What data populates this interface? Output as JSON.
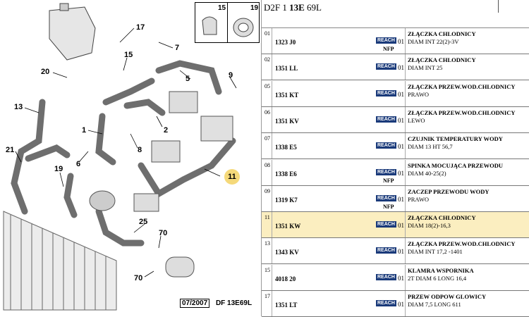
{
  "header": {
    "model_prefix": "D2F 1",
    "model_bold": "13E",
    "model_suffix": "69L"
  },
  "diagram": {
    "callouts": [
      "17",
      "15",
      "7",
      "20",
      "5",
      "9",
      "13",
      "1",
      "2",
      "21",
      "8",
      "6",
      "19",
      "11",
      "25",
      "70",
      "70"
    ],
    "inset_labels": [
      "15",
      "19"
    ],
    "stamp_date": "07/2007",
    "stamp_code": "DF 13E69L",
    "highlight_color": "#f5d97a"
  },
  "parts": [
    {
      "num": "01",
      "ref": "1323 J0",
      "qty": "01",
      "nfp": "NFP",
      "name": "ZŁĄCZKA CHLODNICY",
      "desc": [
        "DIAM INT 22(2)-3V"
      ],
      "highlight": false
    },
    {
      "num": "02",
      "ref": "1351 LL",
      "qty": "01",
      "nfp": "",
      "name": "ZŁĄCZKA CHLODNICY",
      "desc": [
        "DIAM INT 25"
      ],
      "highlight": false
    },
    {
      "num": "05",
      "ref": "1351 KT",
      "qty": "01",
      "nfp": "",
      "name": "ZŁĄCZKA PRZEW.WOD.CHLODNICY",
      "desc": [
        "PRAWO"
      ],
      "highlight": false
    },
    {
      "num": "06",
      "ref": "1351 KV",
      "qty": "01",
      "nfp": "",
      "name": "ZŁĄCZKA PRZEW.WOD.CHLODNICY",
      "desc": [
        "LEWO"
      ],
      "highlight": false
    },
    {
      "num": "07",
      "ref": "1338 E5",
      "qty": "01",
      "nfp": "",
      "name": "CZUJNIK TEMPERATURY WODY",
      "desc": [
        "DIAM 13 HT 56,7"
      ],
      "highlight": false
    },
    {
      "num": "08",
      "ref": "1338 E6",
      "qty": "01",
      "nfp": "NFP",
      "name": "SPINKA MOCUJĄCA PRZEWODU",
      "desc": [
        "DIAM 40-25(2)"
      ],
      "highlight": false
    },
    {
      "num": "09",
      "ref": "1319 K7",
      "qty": "01",
      "nfp": "NFP",
      "name": "ZACZEP PRZEWODU WODY",
      "desc": [
        "PRAWO"
      ],
      "highlight": false
    },
    {
      "num": "11",
      "ref": "1351 KW",
      "qty": "01",
      "nfp": "",
      "name": "ZŁĄCZKA CHLODNICY",
      "desc": [
        "DIAM 18(2)-16,3"
      ],
      "highlight": true
    },
    {
      "num": "13",
      "ref": "1343 KV",
      "qty": "01",
      "nfp": "",
      "name": "ZŁĄCZKA PRZEW.WOD.CHLODNICY",
      "desc": [
        "DIAM INT 17,2 -1401"
      ],
      "highlight": false
    },
    {
      "num": "15",
      "ref": "4018 20",
      "qty": "01",
      "nfp": "",
      "name": "KLAMRA WSPORNIKA",
      "desc": [
        "2T DIAM 6 LONG 16,4"
      ],
      "highlight": false
    },
    {
      "num": "17",
      "ref": "1351 LT",
      "qty": "01",
      "nfp": "",
      "name": "PRZEW ODPOW GLOWICY",
      "desc": [
        "DIAM 7,5 LONG 611"
      ],
      "highlight": false
    }
  ],
  "reach_label": "REACH",
  "row_highlight_color": "#fbeec0"
}
